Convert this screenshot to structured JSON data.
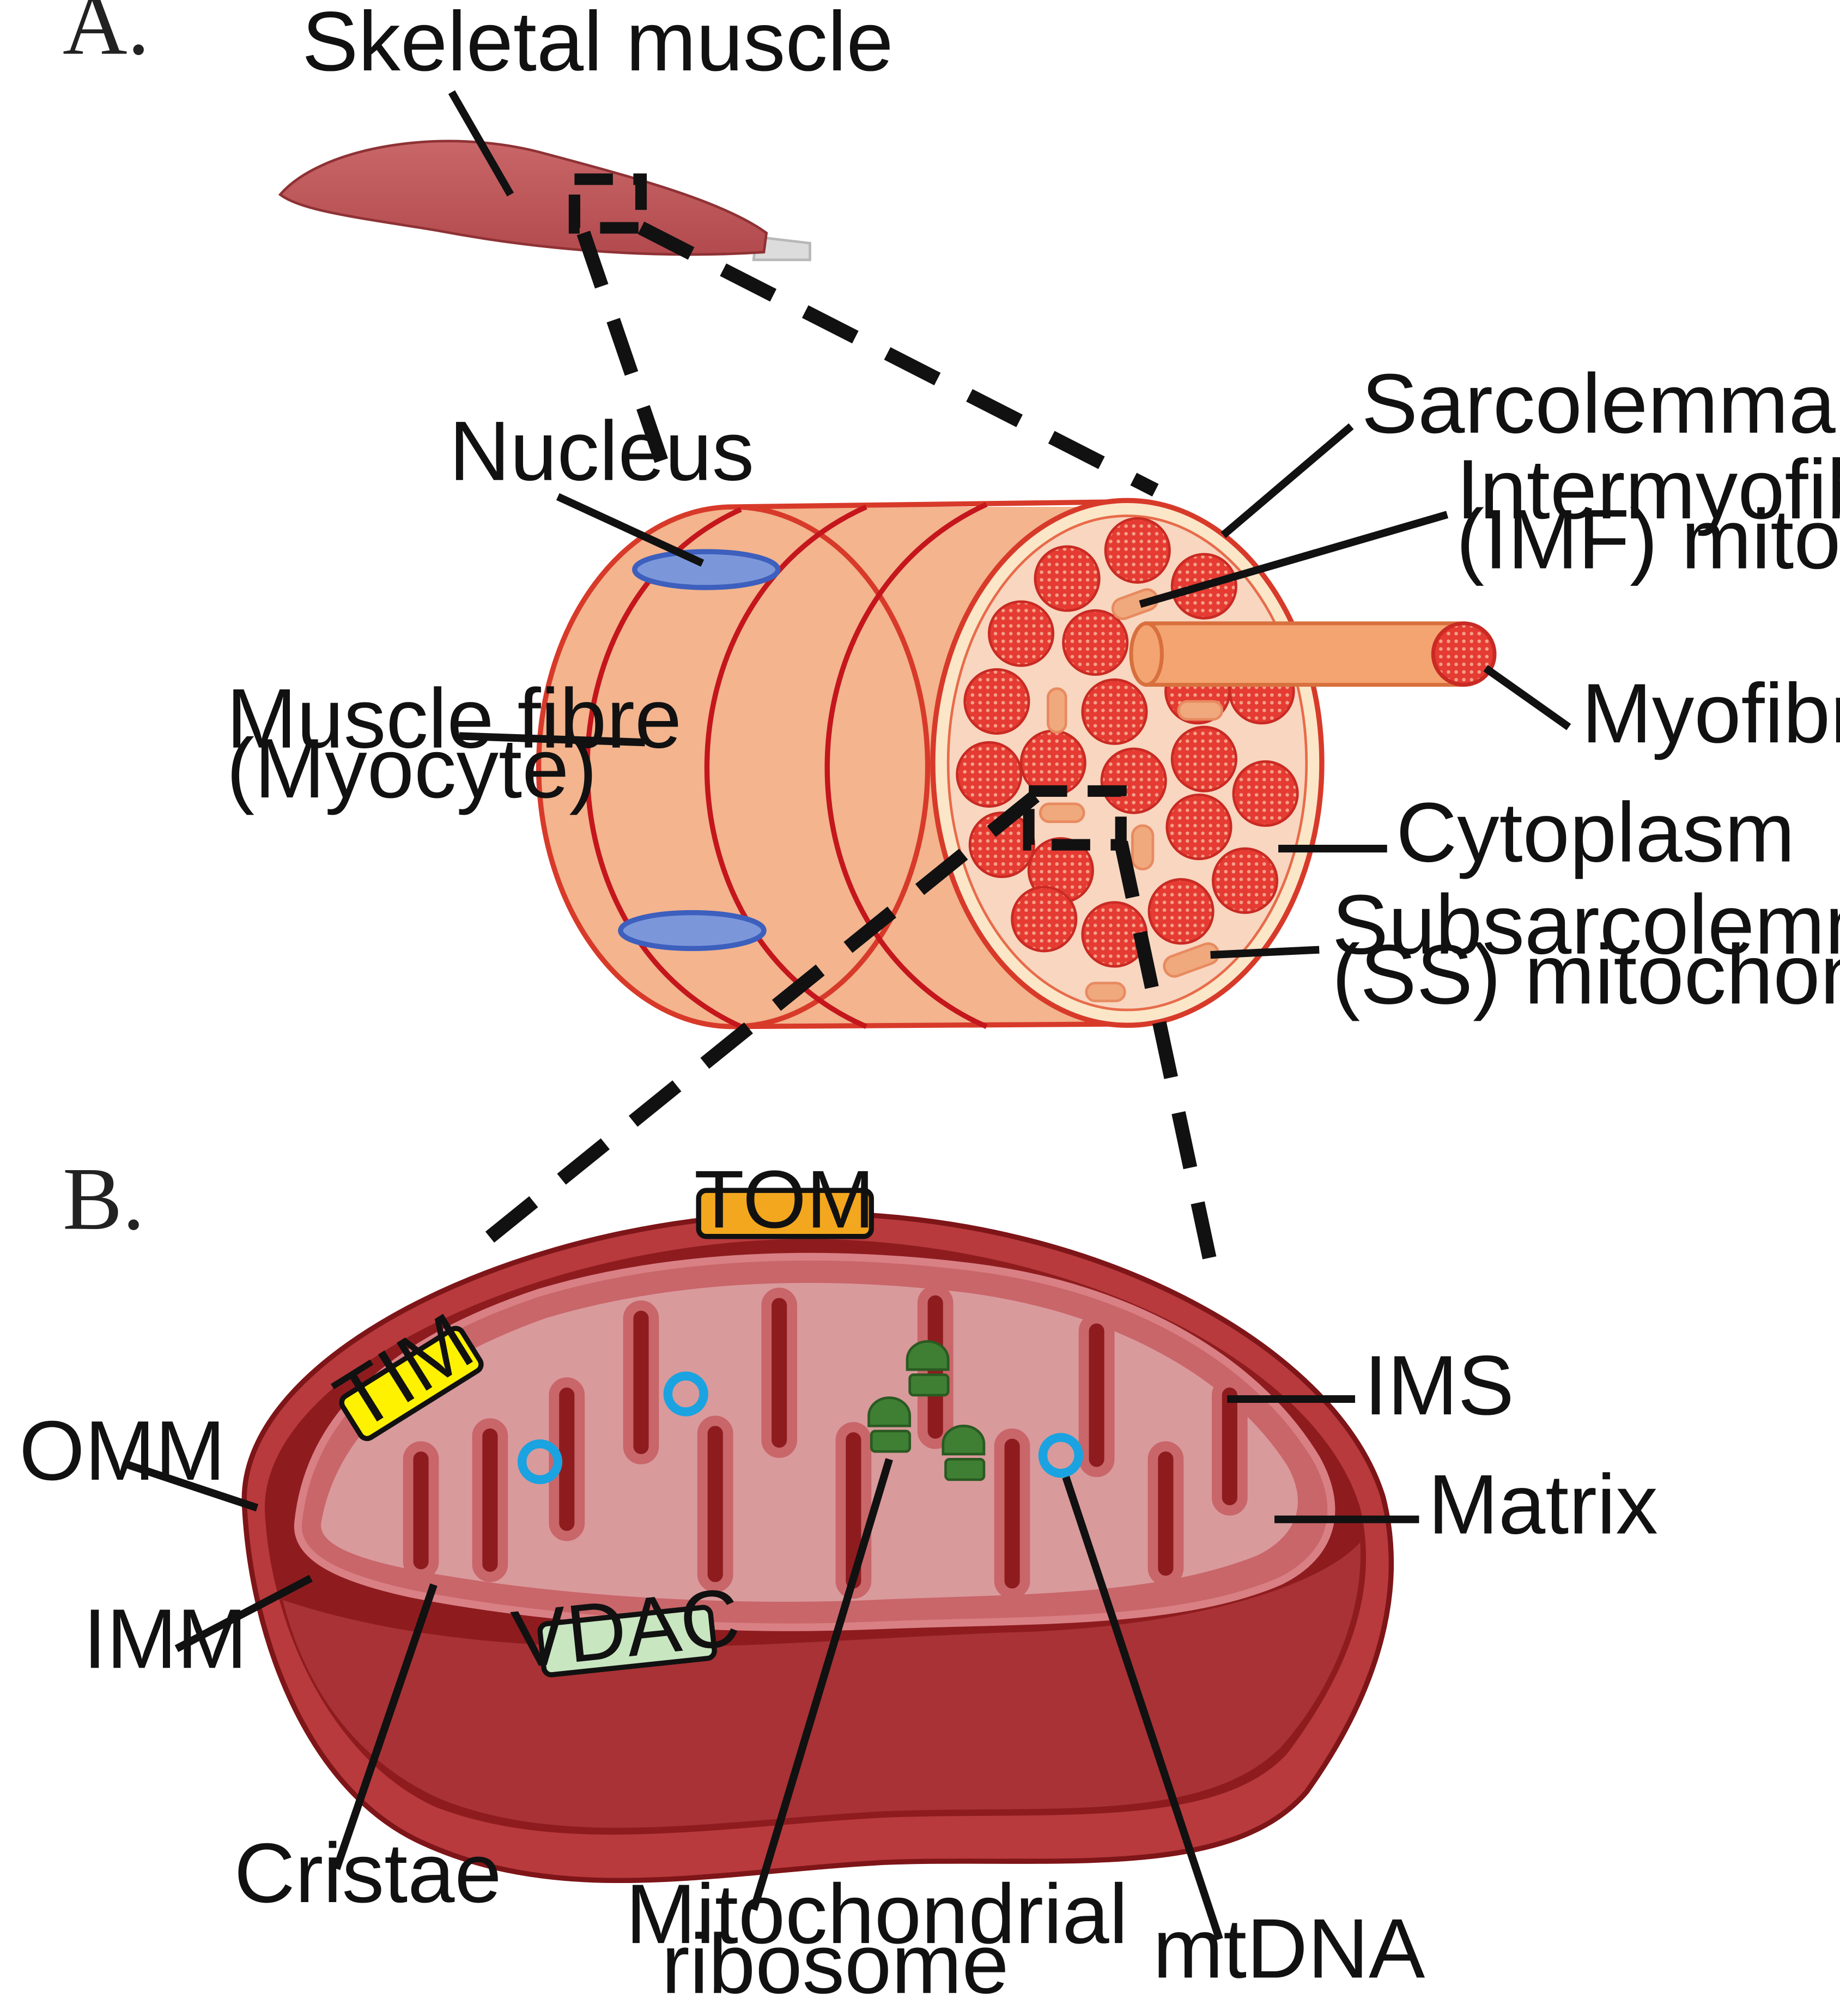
{
  "panels": {
    "a": "A.",
    "b": "B."
  },
  "labels": {
    "skeletal_muscle": "Skeletal muscle",
    "nucleus": "Nucleus",
    "sarcolemma": "Sarcolemma",
    "imf_line1": "Intermyofibrillar",
    "imf_line2": "(IMF) mitochondria",
    "myofibril": "Myofibril",
    "muscle_fibre_line1": "Muscle fibre",
    "muscle_fibre_line2": "(Myocyte)",
    "cytoplasm": "Cytoplasm",
    "ss_line1": "Subsarcolemmal",
    "ss_line2": "(SS) mitochondria",
    "omm": "OMM",
    "imm": "IMM",
    "ims": "IMS",
    "matrix": "Matrix",
    "cristae": "Cristae",
    "ribosome_line1": "Mitochondrial",
    "ribosome_line2": "ribosome",
    "mtdna": "mtDNA"
  },
  "tags": {
    "tom": "TOM",
    "tim": "TIM",
    "vdac": "VDAC"
  },
  "colors": {
    "muscle": "#c0585a",
    "fibre": "#f3b48e",
    "fibre_stripe": "#c4161c",
    "myofibril": "#e8463d",
    "nucleus": "#7b97da",
    "omm": "#b83a3c",
    "ims": "#8e1c1f",
    "matrix": "#d99a9c",
    "tom": "#f3a71e",
    "tim": "#fff200",
    "vdac": "#c8e6c0",
    "ribosome": "#3f7f33",
    "mtdna": "#33b5e5"
  }
}
